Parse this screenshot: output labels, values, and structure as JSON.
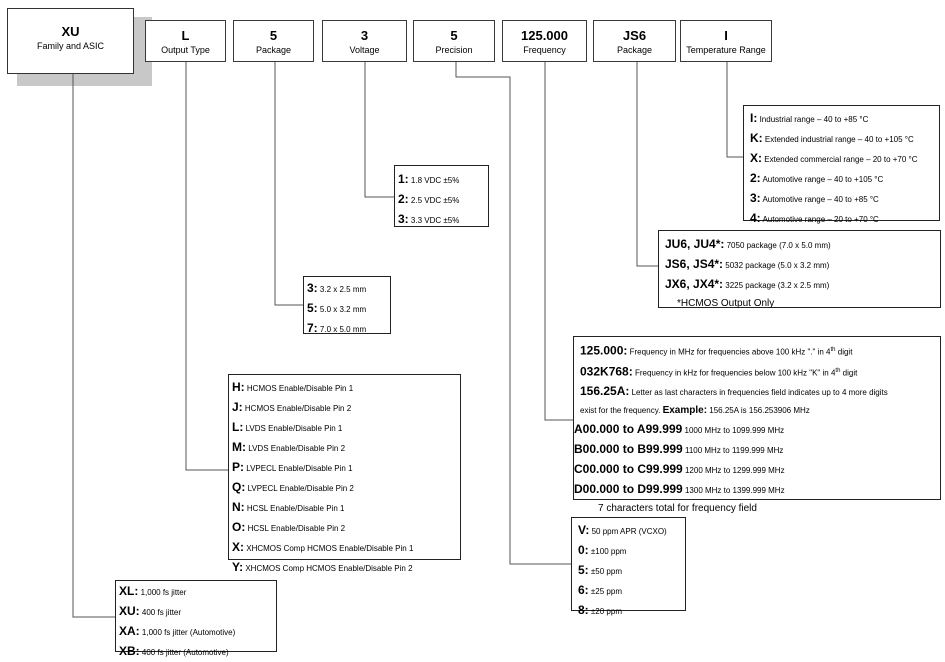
{
  "headers": [
    {
      "code": "XU",
      "name": "Family and ASIC"
    },
    {
      "code": "L",
      "name": "Output Type"
    },
    {
      "code": "5",
      "name": "Package"
    },
    {
      "code": "3",
      "name": "Voltage"
    },
    {
      "code": "5",
      "name": "Precision"
    },
    {
      "code": "125.000",
      "name": "Frequency"
    },
    {
      "code": "JS6",
      "name": "Package"
    },
    {
      "code": "I",
      "name": "Temperature Range"
    }
  ],
  "temperature": [
    {
      "key": "I:",
      "desc": "Industrial range – 40 to +85 °C"
    },
    {
      "key": "K:",
      "desc": "Extended industrial range – 40 to +105 °C"
    },
    {
      "key": "X:",
      "desc": "Extended commercial range – 20 to +70 °C"
    },
    {
      "key": "2:",
      "desc": "Automotive range – 40 to +105 °C"
    },
    {
      "key": "3:",
      "desc": "Automotive range – 40 to +85 °C"
    },
    {
      "key": "4:",
      "desc": "Automotive range – 20 to +70 °C"
    }
  ],
  "voltage": [
    {
      "key": "1:",
      "desc": "1.8 VDC ±5%"
    },
    {
      "key": "2:",
      "desc": "2.5 VDC ±5%"
    },
    {
      "key": "3:",
      "desc": "3.3 VDC ±5%"
    }
  ],
  "package_js": [
    {
      "key": "JU6, JU4*:",
      "desc": "7050 package (7.0 x 5.0 mm)"
    },
    {
      "key": "JS6, JS4*:",
      "desc": "5032 package (5.0 x 3.2 mm)"
    },
    {
      "key": "JX6, JX4*:",
      "desc": "3225 package (3.2 x 2.5 mm)"
    }
  ],
  "package_js_note": "*HCMOS Output Only",
  "package_size": [
    {
      "key": "3:",
      "desc": "3.2 x 2.5 mm"
    },
    {
      "key": "5:",
      "desc": "5.0 x 3.2 mm"
    },
    {
      "key": "7:",
      "desc": "7.0 x 5.0 mm"
    }
  ],
  "frequency": {
    "line1_key": "125.000:",
    "line1_desc": "Frequency in MHz for frequencies above 100 kHz \".\" in 4",
    "line2_key": "032K768:",
    "line2_desc": "Frequency in kHz for frequencies below 100 kHz \"K\" in 4",
    "sup": "th",
    "digit": " digit",
    "line3_key": "156.25A:",
    "line3_desc": "Letter as last characters in frequencies field indicates up to 4 more digits",
    "line4_desc": "exist for the frequency.",
    "example_key": "Example:",
    "example_desc": "156.25A is 156.253906 MHz",
    "ranges": [
      {
        "key": "A00.000 to A99.999",
        "desc": "1000 MHz to 1099.999 MHz"
      },
      {
        "key": "B00.000 to B99.999",
        "desc": "1100 MHz to 1199.999 MHz"
      },
      {
        "key": "C00.000 to C99.999",
        "desc": "1200 MHz to 1299.999 MHz"
      },
      {
        "key": "D00.000 to D99.999",
        "desc": "1300 MHz to 1399.999 MHz"
      }
    ],
    "note": "7 characters total for frequency field"
  },
  "output_type": [
    {
      "key": "H:",
      "desc": "HCMOS Enable/Disable Pin 1"
    },
    {
      "key": "J:",
      "desc": "HCMOS Enable/Disable Pin 2"
    },
    {
      "key": "L:",
      "desc": "LVDS Enable/Disable Pin 1"
    },
    {
      "key": "M:",
      "desc": "LVDS Enable/Disable Pin 2"
    },
    {
      "key": "P:",
      "desc": "LVPECL Enable/Disable Pin 1"
    },
    {
      "key": "Q:",
      "desc": "LVPECL Enable/Disable Pin 2"
    },
    {
      "key": "N:",
      "desc": "HCSL Enable/Disable Pin 1"
    },
    {
      "key": "O:",
      "desc": "HCSL Enable/Disable Pin 2"
    },
    {
      "key": "X:",
      "desc": "XHCMOS Comp HCMOS Enable/Disable Pin 1"
    },
    {
      "key": "Y:",
      "desc": "XHCMOS Comp HCMOS Enable/Disable Pin 2"
    }
  ],
  "precision": [
    {
      "key": "V:",
      "desc": "50 ppm APR (VCXO)"
    },
    {
      "key": "0:",
      "desc": "±100 ppm"
    },
    {
      "key": "5:",
      "desc": "±50 ppm"
    },
    {
      "key": "6:",
      "desc": "±25 ppm"
    },
    {
      "key": "8:",
      "desc": "±20 ppm"
    }
  ],
  "family": [
    {
      "key": "XL:",
      "desc": "1,000 fs jitter"
    },
    {
      "key": "XU:",
      "desc": "400 fs jitter"
    },
    {
      "key": "XA:",
      "desc": "1,000 fs jitter (Automotive)"
    },
    {
      "key": "XB:",
      "desc": "400 fs jitter (Automotive)"
    }
  ]
}
